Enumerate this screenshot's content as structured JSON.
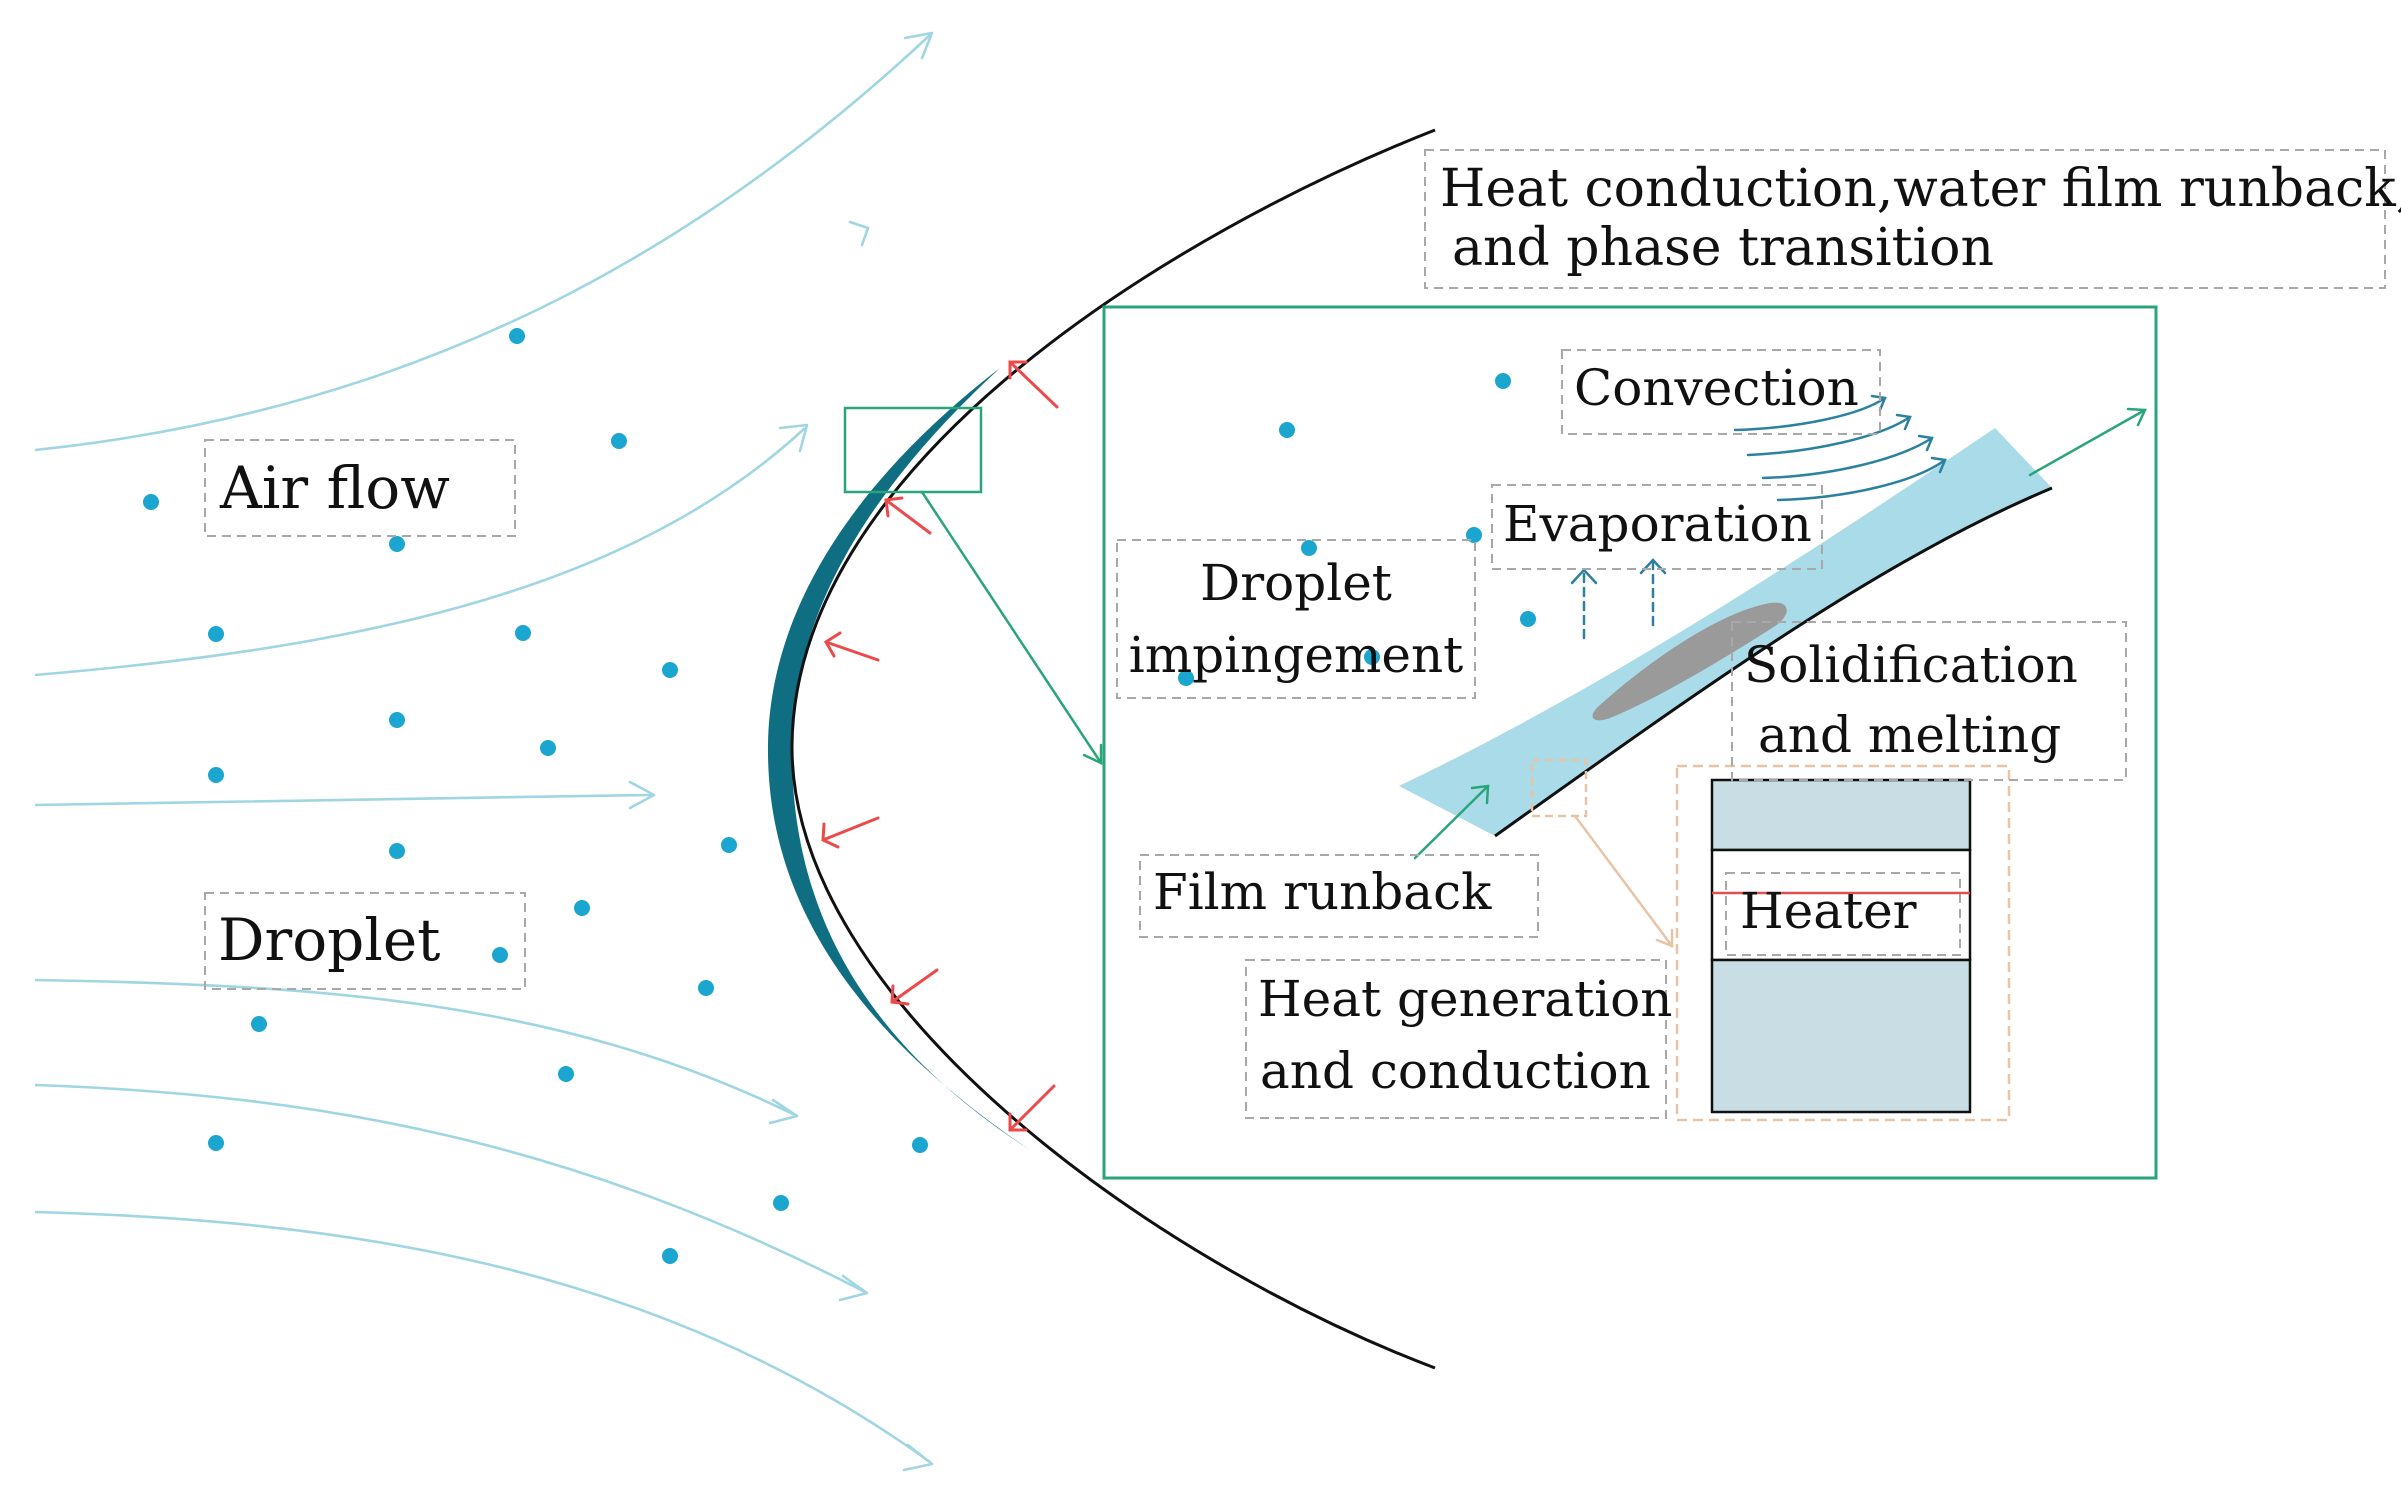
{
  "labels": {
    "air_flow": "Air flow",
    "droplet": "Droplet",
    "heat_conduction_line1": "Heat conduction,water film runback,",
    "heat_conduction_line2": "and phase transition",
    "convection": "Convection",
    "evaporation": "Evaporation",
    "droplet_impingement_line1": "Droplet",
    "droplet_impingement_line2": "impingement",
    "solidification_line1": "Solidification",
    "solidification_line2": "and melting",
    "film_runback": "Film runback",
    "heat_generation_line1": "Heat generation",
    "heat_generation_line2": "and conduction",
    "heater": "Heater"
  },
  "colors": {
    "airflow": "#9fd6e2",
    "droplet_dot": "#1aa6cf",
    "ice_layer": "#0f6e82",
    "surface": "#111111",
    "inset_frame": "#2aa57a",
    "impingement_arrow": "#ec4a4a",
    "water_film": "#a9dbe8",
    "ice_patch": "#9a9a9a",
    "convection_arrow": "#2c80a0",
    "heater_layer": "#c8dde4",
    "heater_region": "#e8c4a6",
    "heater_line": "#e05050"
  }
}
